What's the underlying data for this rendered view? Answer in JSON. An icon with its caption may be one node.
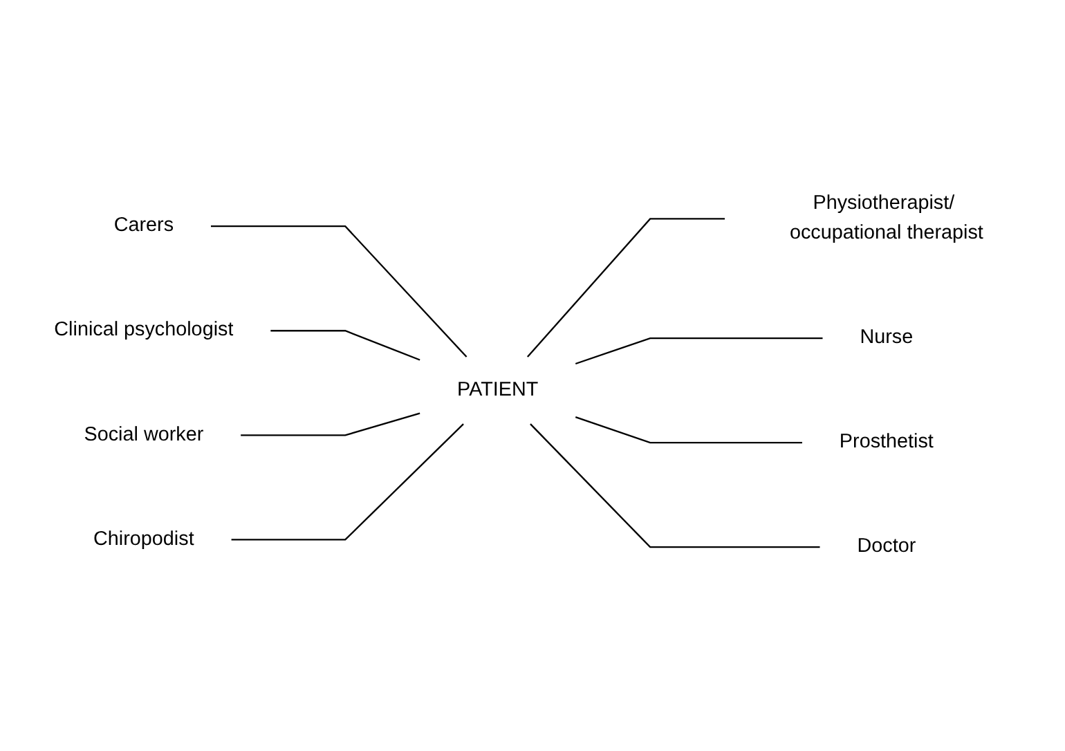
{
  "diagram": {
    "nodes": [
      {
        "text": [
          "Carers"
        ]
      },
      {
        "text": [
          "Clinical psychologist"
        ]
      },
      {
        "text": [
          "Physiotherapist/ occupational therapist"
        ]
      },
      {
        "text": [
          "Social worker"
        ]
      },
      {
        "text": [
          "PATIENT"
        ]
      },
      {
        "text": [
          "Nurse"
        ]
      },
      {
        "text": [
          "Chiropodist"
        ]
      },
      {
        "text": [
          "Prosthetist"
        ]
      },
      {
        "text": [
          "Doctor"
        ]
      }
    ],
    "edges": [
      {
        "from": 0,
        "to": 4,
        "arrow": "none"
      },
      {
        "from": 1,
        "to": 4,
        "arrow": "none"
      },
      {
        "from": 4,
        "to": 2,
        "arrow": "none"
      },
      {
        "from": 3,
        "to": 4,
        "arrow": "none"
      },
      {
        "from": 4,
        "to": 5,
        "arrow": "none"
      },
      {
        "from": 6,
        "to": 4,
        "arrow": "none"
      },
      {
        "from": 4,
        "to": 7,
        "arrow": "none"
      },
      {
        "from": 4,
        "to": 8,
        "arrow": "none"
      }
    ]
  }
}
